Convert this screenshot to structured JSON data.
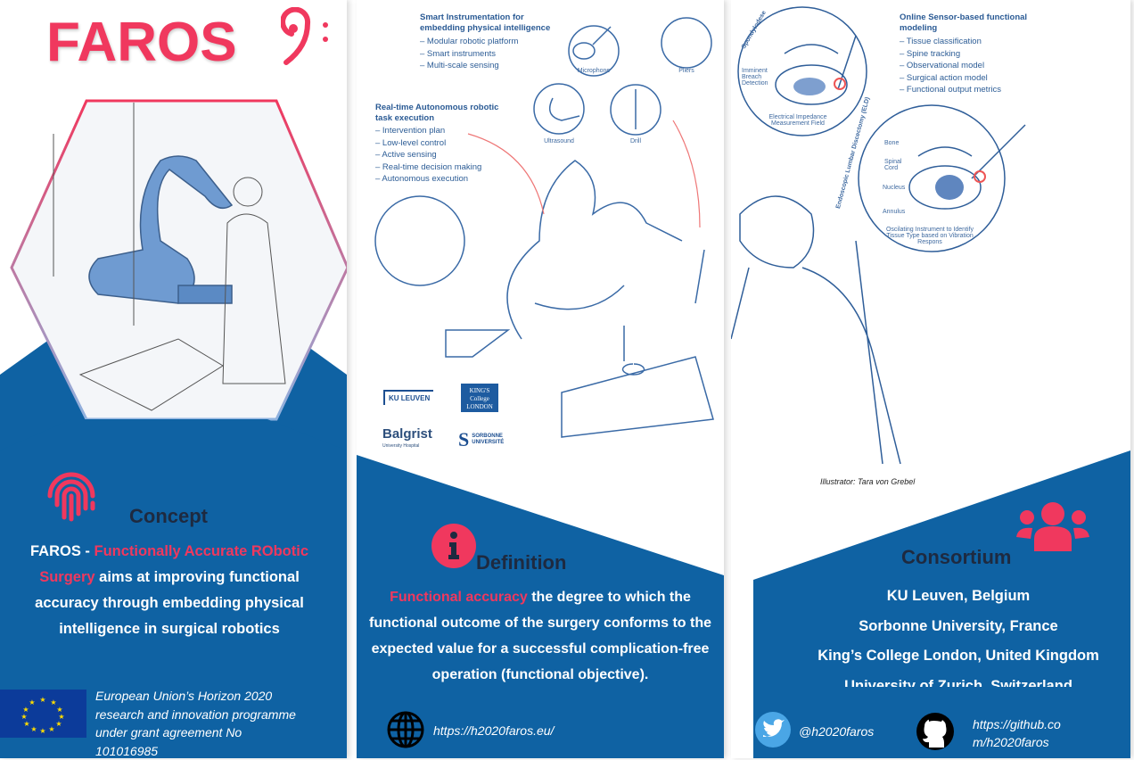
{
  "brand": {
    "title": "FAROS",
    "accent": "#f0385e",
    "blue": "#0f62a3"
  },
  "concept": {
    "heading": "Concept",
    "lead": "FAROS",
    "dash": " - ",
    "highlight": "Functionally Accurate RObotic Surgery",
    "text": " aims at improving functional accuracy through embedding physical intelligence in surgical robotics",
    "icon": "fingerprint-icon"
  },
  "funding": {
    "text": "European Union’s Horizon 2020 research and innovation programme under grant agreement No 101016985",
    "icon": "eu-flag-icon"
  },
  "illustration": {
    "smart": {
      "title": "Smart Instrumentation for embedding physical intelligence",
      "items": [
        "– Modular robotic platform",
        "– Smart instruments",
        "– Multi-scale sensing"
      ]
    },
    "realtime": {
      "title": "Real-time Autonomous robotic task execution",
      "items": [
        "– Intervention plan",
        "– Low-level control",
        "– Active sensing",
        "– Real-time decision making",
        "– Autonomous execution"
      ]
    },
    "instruments": [
      "Microphone",
      "Pliers",
      "Ultrasound",
      "Drill"
    ],
    "online": {
      "title": "Online Sensor-based functional modeling",
      "items": [
        "– Tissue classification",
        "– Spine tracking",
        "– Observational model",
        "– Surgical action model",
        "– Functional output metrics"
      ]
    },
    "spondylodese": {
      "title": "Spondylodese",
      "left": "Imminent Breach Detection",
      "bottom": "Electrical Impedance Measurement Field"
    },
    "eld": {
      "title": "Endoscopic Lumbar Discectomy (ELD)",
      "labels": [
        "Bone",
        "Spinal Cord",
        "Nucleus",
        "Annulus"
      ],
      "bottom": "Oscilating Instrument to Identify Tissue Type based on Vibration Respons"
    },
    "logos": [
      "KU LEUVEN",
      "KING'S College LONDON",
      "Balgrist",
      "University Hospital",
      "SORBONNE UNIVERSITÉ"
    ],
    "credit": "Illustrator: Tara von Grebel"
  },
  "definition": {
    "heading": "Definition",
    "highlight": "Functional accuracy",
    "text": " the degree to which the functional outcome of the surgery conforms to the expected value for a successful complication-free operation (functional objective).",
    "url": "https://h2020faros.eu/"
  },
  "consortium": {
    "heading": "Consortium",
    "members": [
      "KU Leuven, Belgium",
      "Sorbonne University, France",
      "King’s College London, United Kingdom",
      "University of Zurich, Switzerland"
    ],
    "twitter": "@h2020faros",
    "github": "https://github.com/h2020faros"
  }
}
